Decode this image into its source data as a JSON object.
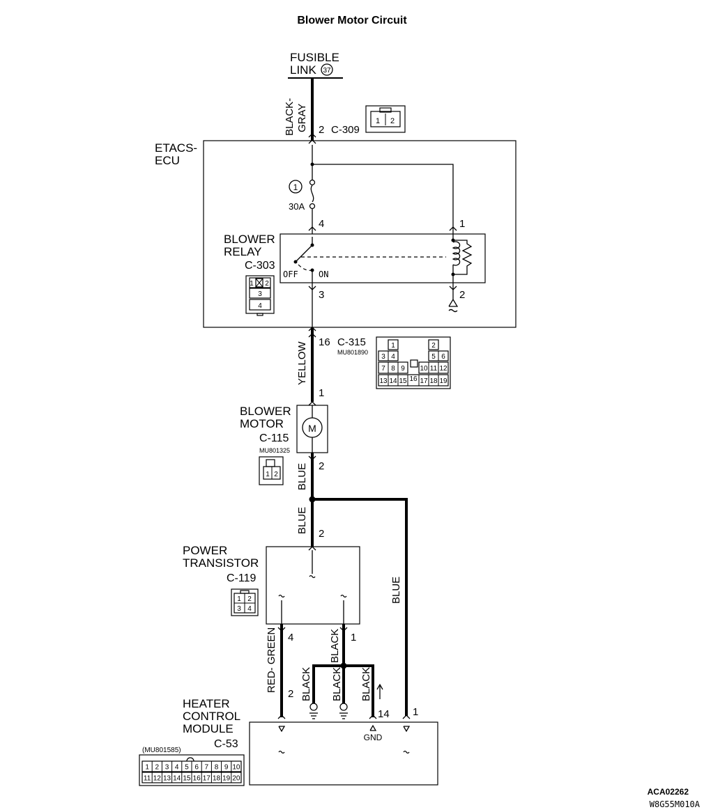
{
  "title": "Blower Motor Circuit",
  "fusible_link": {
    "line1": "FUSIBLE",
    "line2": "LINK",
    "number": "37"
  },
  "etacs": {
    "line1": "ETACS-",
    "line2": "ECU"
  },
  "fuse": {
    "number": "1",
    "rating": "30A"
  },
  "relay": {
    "line1": "BLOWER",
    "line2": "RELAY",
    "connector": "C-303",
    "off": "OFF",
    "on": "ON"
  },
  "blower_motor": {
    "line1": "BLOWER",
    "line2": "MOTOR",
    "connector": "C-115",
    "part": "MU801325"
  },
  "power_transistor": {
    "line1": "POWER",
    "line2": "TRANSISTOR",
    "connector": "C-119"
  },
  "heater_module": {
    "line1": "HEATER",
    "line2": "CONTROL",
    "line3": "MODULE",
    "connector": "C-53",
    "part": "(MU801585)",
    "gnd": "GND"
  },
  "connectors": {
    "c309": {
      "label": "C-309",
      "pin_num": "2",
      "pins": [
        "1",
        "2"
      ]
    },
    "c315": {
      "label": "C-315",
      "pin_num": "16",
      "part": "MU801890",
      "row1": [
        "1",
        "2"
      ],
      "row2": [
        "3",
        "4",
        "5",
        "6"
      ],
      "row3": [
        "7",
        "8",
        "9",
        "10",
        "11",
        "12"
      ],
      "row4": [
        "13",
        "14",
        "15",
        "16",
        "17",
        "18",
        "19"
      ]
    },
    "c303_pins": [
      "1",
      "2",
      "3",
      "4"
    ],
    "c115_pins": [
      "1",
      "2"
    ],
    "c119_pins": [
      "1",
      "2",
      "3",
      "4"
    ],
    "c53_row1": [
      "1",
      "2",
      "3",
      "4",
      "5",
      "6",
      "7",
      "8",
      "9",
      "10"
    ],
    "c53_row2": [
      "11",
      "12",
      "13",
      "14",
      "15",
      "16",
      "17",
      "18",
      "19",
      "20"
    ]
  },
  "pins": {
    "relay_4": "4",
    "relay_1": "1",
    "relay_3": "3",
    "relay_2": "2",
    "motor_1": "1",
    "motor_2": "2",
    "pt_2": "2",
    "pt_4": "4",
    "pt_1": "1",
    "hcm_2": "2",
    "hcm_14": "14",
    "hcm_1": "1"
  },
  "wires": {
    "black_gray_1": "BLACK-",
    "black_gray_2": "GRAY",
    "yellow": "YELLOW",
    "blue_a": "BLUE",
    "blue_b": "BLUE",
    "blue_c": "BLUE",
    "red_green": "RED- GREEN",
    "black_a": "BLACK",
    "black_b": "BLACK",
    "black_c": "BLACK",
    "black_d": "BLACK"
  },
  "footer": {
    "code1": "ACA02262",
    "code2": "W8G55M010A"
  }
}
